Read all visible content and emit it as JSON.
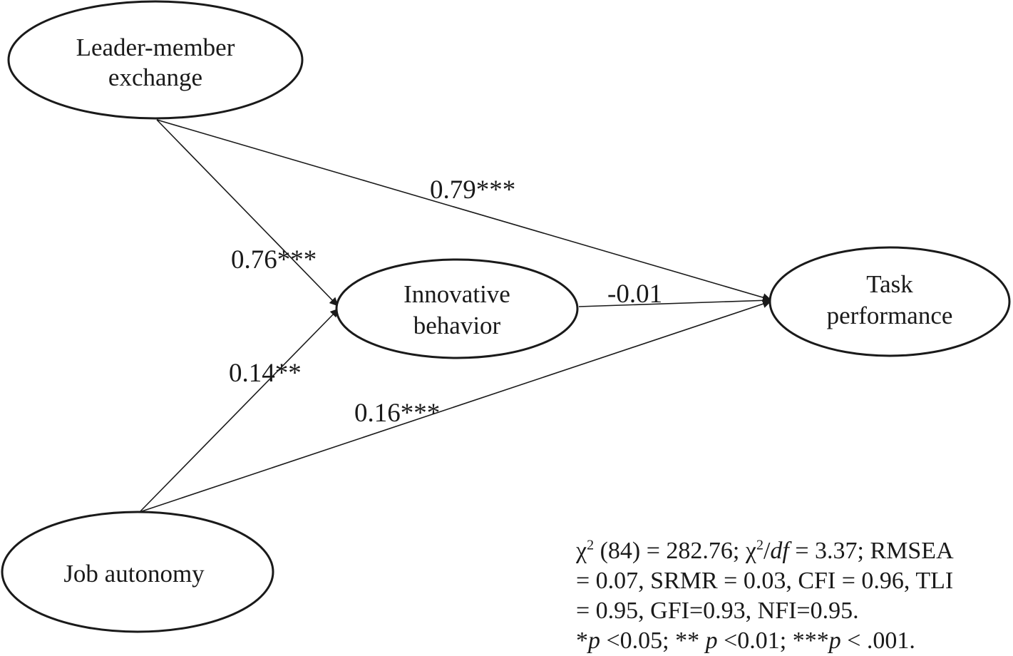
{
  "nodes": {
    "lmx": {
      "line1": "Leader-member",
      "line2": "exchange"
    },
    "innovative": {
      "line1": "Innovative",
      "line2": "behavior"
    },
    "task": {
      "line1": "Task",
      "line2": "performance"
    },
    "autonomy": {
      "line1": "Job autonomy"
    }
  },
  "paths": {
    "lmx_to_innovative": "0.76***",
    "lmx_to_task": "0.79***",
    "innovative_to_task": "-0.01",
    "autonomy_to_innovative": "0.14**",
    "autonomy_to_task": "0.16***"
  },
  "fit": {
    "chi": "χ",
    "sq": "2",
    "chi_a": " (84) = 282.76; ",
    "df": "df",
    "chi_b": " = 3.37; RMSEA",
    "line2": "= 0.07, SRMR = 0.03, CFI = 0.96, TLI",
    "line3": "= 0.95, GFI=0.93, NFI=0.95.",
    "star1": "*",
    "p": "p",
    "sig_a": " <0.05; ** ",
    "sig_b": " <0.01; ***",
    "sig_c": " < .001."
  }
}
